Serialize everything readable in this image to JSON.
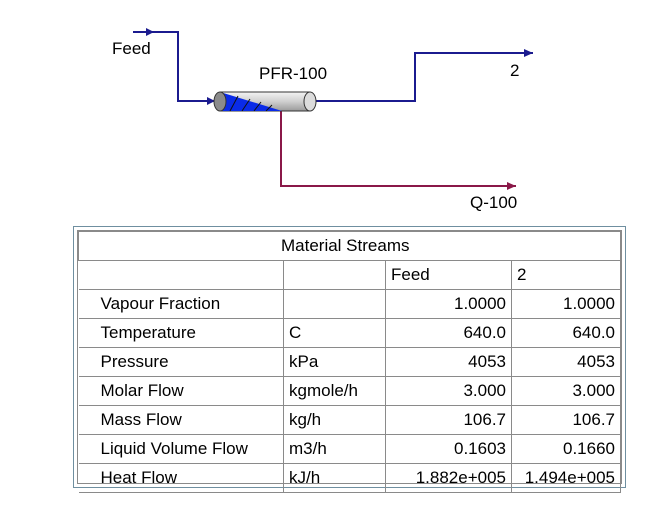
{
  "diagram": {
    "feed_label": "Feed",
    "reactor_label": "PFR-100",
    "product_label": "2",
    "energy_label": "Q-100",
    "colors": {
      "material_stream": "#1b1b8f",
      "energy_stream": "#8a1848",
      "reactor_fill": "#0a2be8"
    }
  },
  "table": {
    "title": "Material Streams",
    "columns": [
      "",
      "",
      "Feed",
      "2"
    ],
    "rows": [
      {
        "name": "Vapour Fraction",
        "unit": "",
        "feed": "1.0000",
        "s2": "1.0000"
      },
      {
        "name": "Temperature",
        "unit": "C",
        "feed": "640.0",
        "s2": "640.0"
      },
      {
        "name": "Pressure",
        "unit": "kPa",
        "feed": "4053",
        "s2": "4053"
      },
      {
        "name": "Molar Flow",
        "unit": "kgmole/h",
        "feed": "3.000",
        "s2": "3.000"
      },
      {
        "name": "Mass Flow",
        "unit": "kg/h",
        "feed": "106.7",
        "s2": "106.7"
      },
      {
        "name": "Liquid Volume Flow",
        "unit": "m3/h",
        "feed": "0.1603",
        "s2": "0.1660"
      },
      {
        "name": "Heat Flow",
        "unit": "kJ/h",
        "feed": "1.882e+005",
        "s2": "1.494e+005"
      }
    ]
  }
}
